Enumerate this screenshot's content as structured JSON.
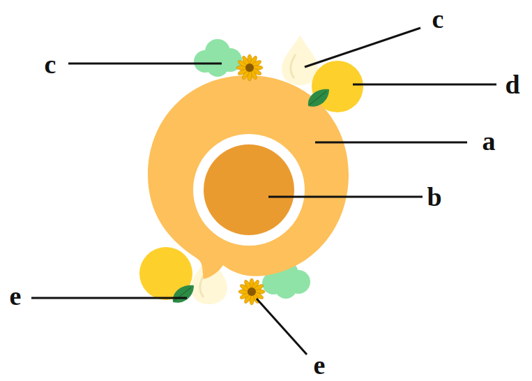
{
  "diagram": {
    "labels": [
      "c",
      "c",
      "d",
      "a",
      "b",
      "e",
      "e"
    ]
  }
}
